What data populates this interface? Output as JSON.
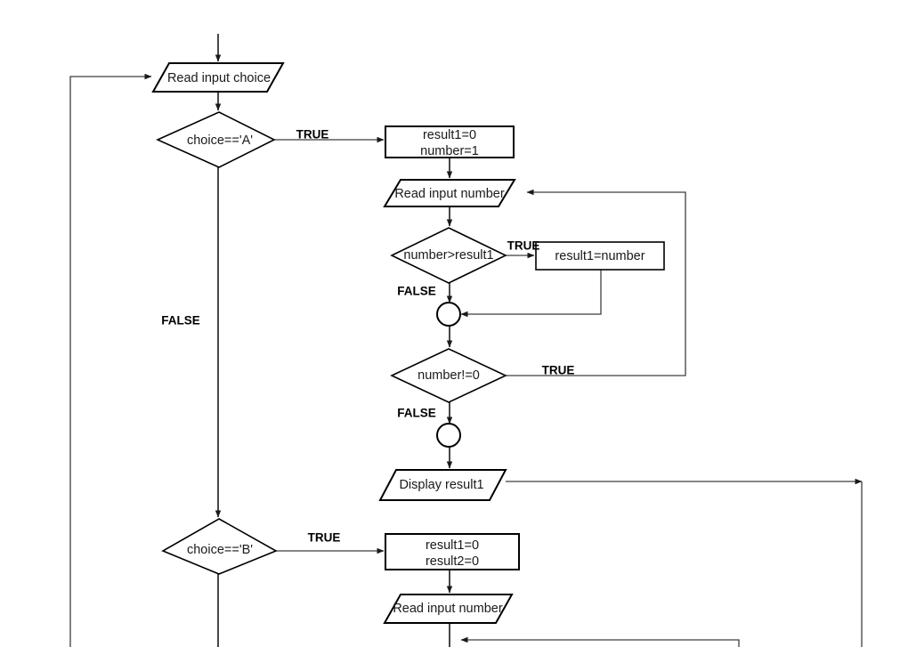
{
  "diagram": {
    "title": "Flowchart: menu-driven number processing",
    "colors": {
      "background": "#ffffff",
      "shape_stroke": "#000000",
      "line_stroke": "#3f3f3f",
      "text": "#1a1a1a"
    },
    "nodes": [
      {
        "id": "read-input-choice",
        "kind": "io-parallelogram",
        "label": "Read input choice"
      },
      {
        "id": "choice-is-a",
        "kind": "decision-diamond",
        "label": "choice=='A'"
      },
      {
        "id": "init-result1-number",
        "kind": "process-rectangle",
        "label_line1": "result1=0",
        "label_line2": "number=1"
      },
      {
        "id": "read-input-number-a",
        "kind": "io-parallelogram",
        "label": "Read input number"
      },
      {
        "id": "number-gt-result1",
        "kind": "decision-diamond",
        "label": "number>result1"
      },
      {
        "id": "assign-result1-number",
        "kind": "process-rectangle",
        "label": "result1=number"
      },
      {
        "id": "merge-connector-1",
        "kind": "connector-circle",
        "label": ""
      },
      {
        "id": "number-ne-zero",
        "kind": "decision-diamond",
        "label": "number!=0"
      },
      {
        "id": "merge-connector-2",
        "kind": "connector-circle",
        "label": ""
      },
      {
        "id": "display-result1",
        "kind": "io-parallelogram",
        "label": "Display result1"
      },
      {
        "id": "choice-is-b",
        "kind": "decision-diamond",
        "label": "choice=='B'"
      },
      {
        "id": "init-result1-result2",
        "kind": "process-rectangle",
        "label_line1": "result1=0",
        "label_line2": "result2=0"
      },
      {
        "id": "read-input-number-b",
        "kind": "io-parallelogram",
        "label": "Read input number"
      }
    ],
    "branch_labels": {
      "choice_a_true": "TRUE",
      "choice_a_false": "FALSE",
      "number_gt_true": "TRUE",
      "number_gt_false": "FALSE",
      "number_ne_true": "TRUE",
      "number_ne_false": "FALSE",
      "choice_b_true": "TRUE"
    }
  }
}
